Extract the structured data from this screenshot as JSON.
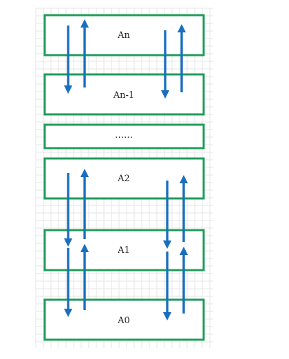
{
  "diagram": {
    "layers": [
      {
        "id": "an",
        "label": "An"
      },
      {
        "id": "an-1",
        "label": "An-1"
      },
      {
        "id": "ellipsis",
        "label": "……"
      },
      {
        "id": "a2",
        "label": "A2"
      },
      {
        "id": "a1",
        "label": "A1"
      },
      {
        "id": "a0",
        "label": "A0"
      }
    ],
    "colors": {
      "box_stroke": "#1e9c5a",
      "arrow": "#1a6fbf",
      "grid": "#e6e6e6",
      "text": "#222222"
    },
    "icons": {
      "down_arrow": "arrow-down-icon",
      "up_arrow": "arrow-up-icon"
    }
  }
}
